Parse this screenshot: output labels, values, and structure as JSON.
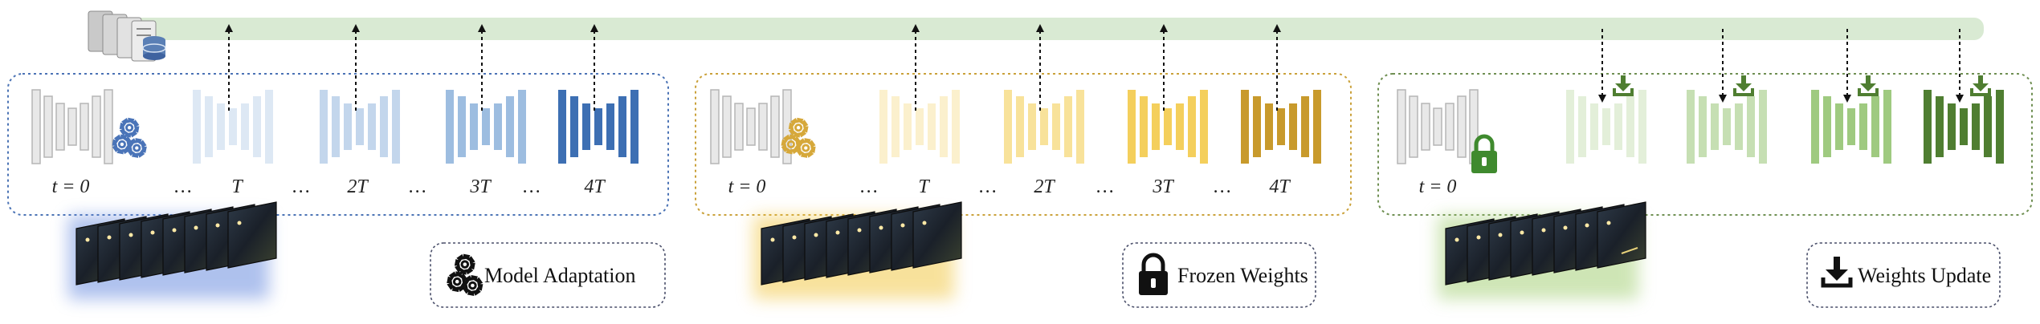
{
  "colors": {
    "bus": "#d9ead3",
    "blue": [
      "#dde8f4",
      "#c3d6ec",
      "#9dbde0",
      "#3d6fb3"
    ],
    "yellow": [
      "#fbf0cd",
      "#f8e29a",
      "#f4cf5c",
      "#c89a2c"
    ],
    "green": [
      "#e3efd9",
      "#c6dfb3",
      "#9fca80",
      "#4f7e31"
    ],
    "gray": "#e8e8e8",
    "gear_blue": "#4a74b8",
    "gear_yellow": "#d6a83a",
    "lock_green": "#3f8a2e"
  },
  "panels": [
    {
      "key": "adaptation",
      "start_label": "t = 0",
      "step_labels": [
        "T",
        "2T",
        "3T",
        "4T"
      ],
      "ellipsis": "…",
      "legend": {
        "icon": "gears-icon",
        "text": "Model Adaptation"
      }
    },
    {
      "key": "frozen",
      "start_label": "t = 0",
      "step_labels": [
        "T",
        "2T",
        "3T",
        "4T"
      ],
      "ellipsis": "…",
      "legend": {
        "icon": "lock-icon",
        "text": "Frozen Weights"
      }
    },
    {
      "key": "update",
      "start_label": "t = 0",
      "step_labels": [],
      "ellipsis": "",
      "legend": {
        "icon": "download-icon",
        "text": "Weights Update"
      }
    }
  ]
}
